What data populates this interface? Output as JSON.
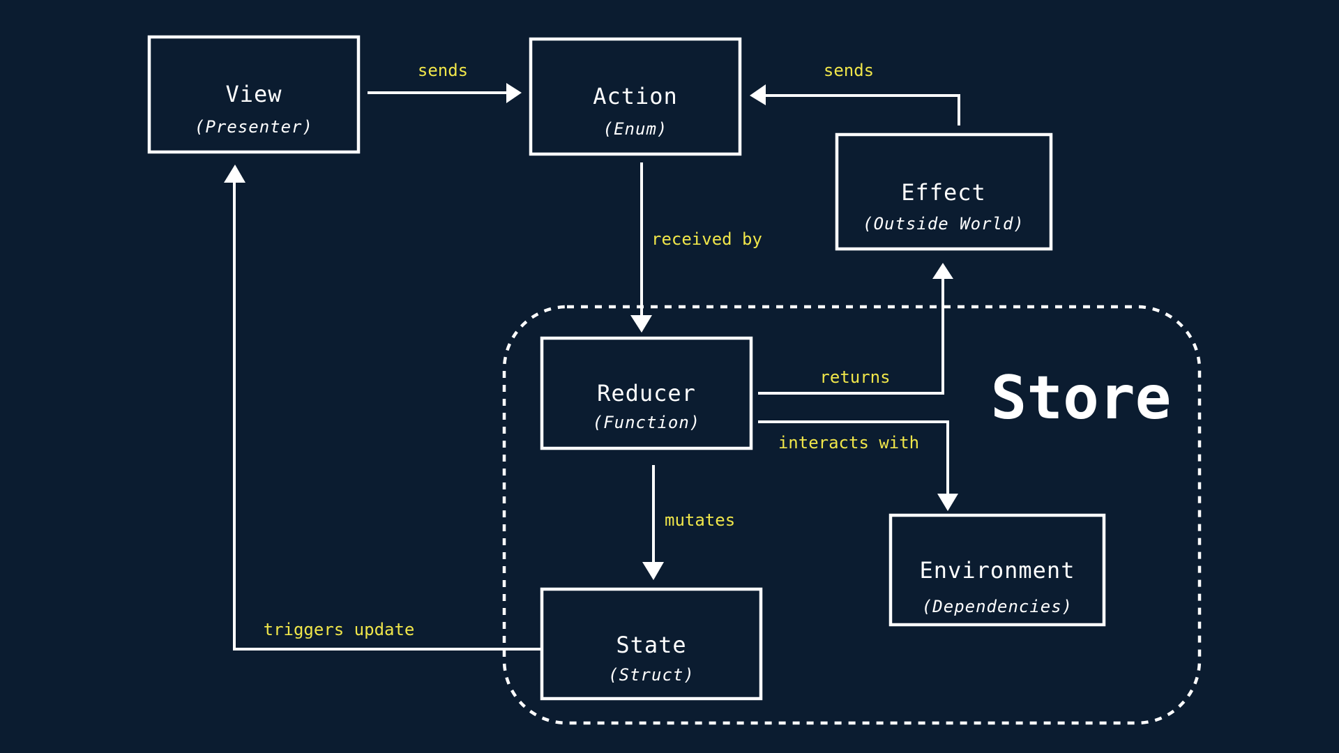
{
  "colors": {
    "background": "#0b1c30",
    "stroke": "#ffffff",
    "label": "#f0e64a"
  },
  "nodes": {
    "view": {
      "title": "View",
      "subtitle": "(Presenter)"
    },
    "action": {
      "title": "Action",
      "subtitle": "(Enum)"
    },
    "effect": {
      "title": "Effect",
      "subtitle": "(Outside World)"
    },
    "reducer": {
      "title": "Reducer",
      "subtitle": "(Function)"
    },
    "state": {
      "title": "State",
      "subtitle": "(Struct)"
    },
    "environment": {
      "title": "Environment",
      "subtitle": "(Dependencies)"
    }
  },
  "edges": {
    "view_to_action": "sends",
    "effect_to_action": "sends",
    "action_to_reducer": "received by",
    "reducer_to_effect": "returns",
    "reducer_to_environment": "interacts with",
    "reducer_to_state": "mutates",
    "state_to_view": "triggers update"
  },
  "store": {
    "label": "Store"
  }
}
